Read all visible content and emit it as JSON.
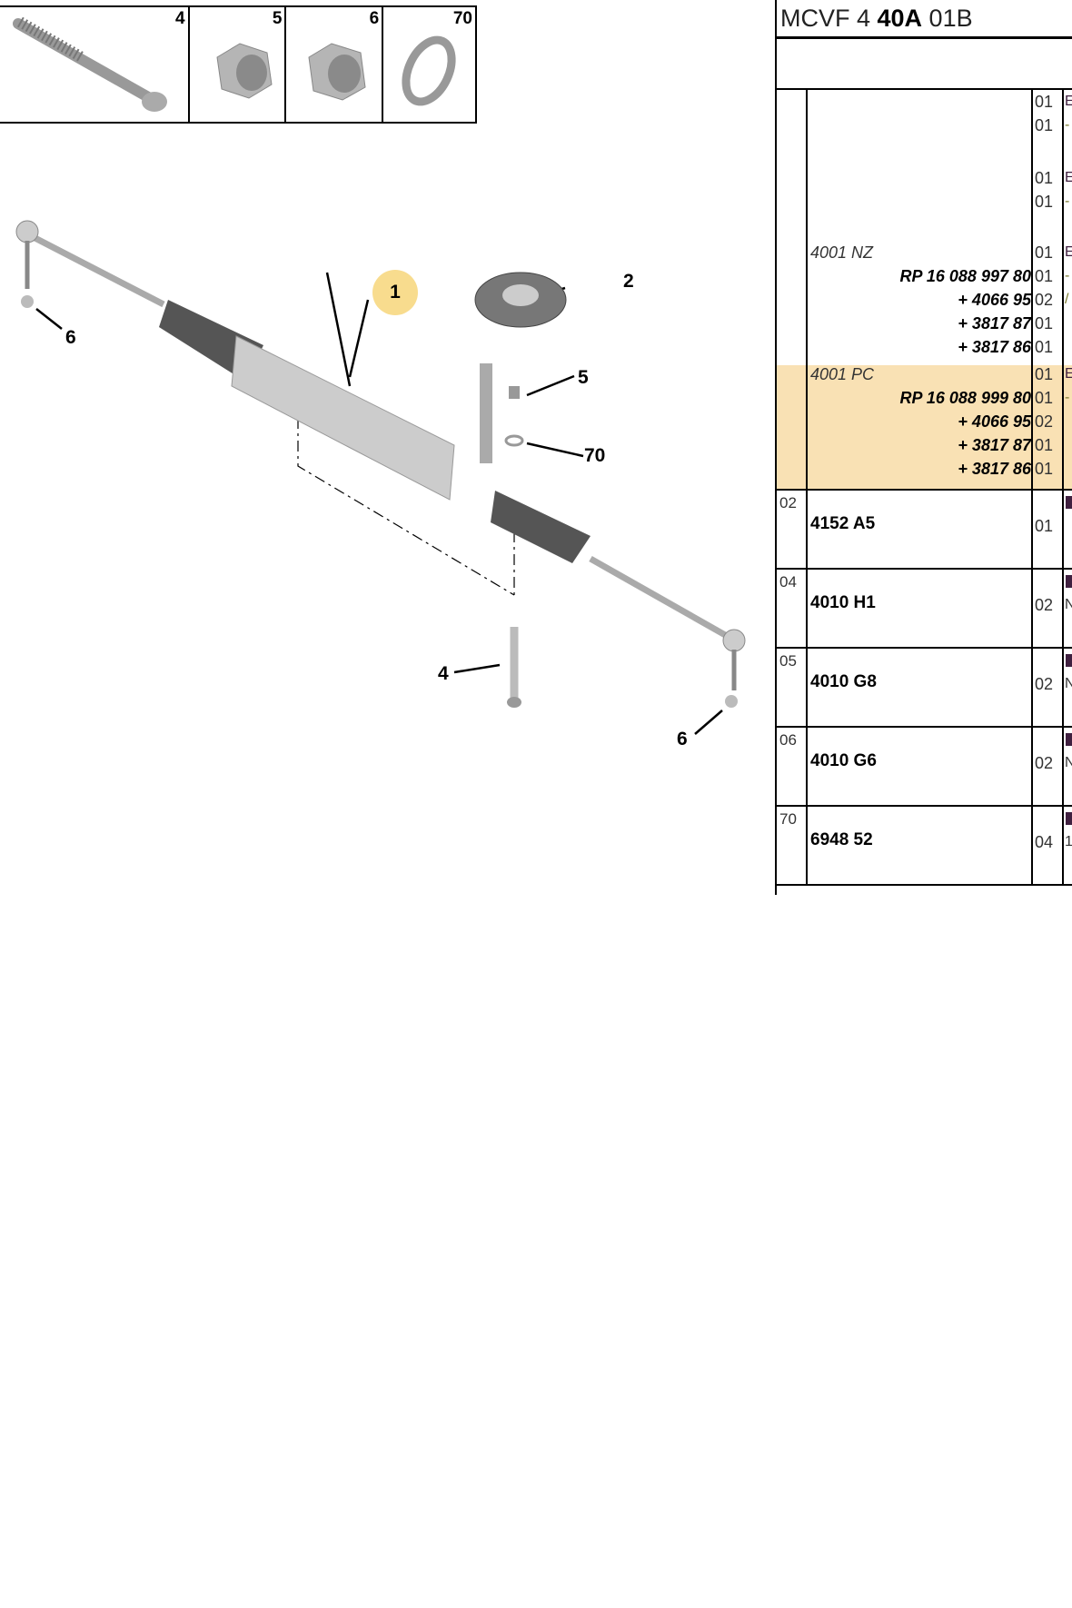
{
  "thumbnails": [
    {
      "num": "4",
      "part": "bolt"
    },
    {
      "num": "5",
      "part": "nut"
    },
    {
      "num": "6",
      "part": "nut"
    },
    {
      "num": "70",
      "part": "washer"
    }
  ],
  "callouts": {
    "c1": "1",
    "c2": "2",
    "c6a": "6",
    "c5": "5",
    "c70": "70",
    "c4": "4",
    "c6b": "6"
  },
  "table": {
    "title_pre": "MCVF 4 ",
    "title_bold": "40A",
    "title_post": " 01B",
    "main_row": {
      "qty": [
        "01",
        "01",
        "01",
        "01",
        "01",
        "01",
        "02",
        "01",
        "01",
        "01",
        "01",
        "02",
        "01",
        "01"
      ],
      "desc_start": [
        "E",
        "-",
        "E",
        "-",
        "E",
        "-",
        "/",
        "",
        "",
        "E",
        "-",
        "",
        "",
        ""
      ],
      "nz_ref": "4001 NZ",
      "nz_rp": "RP 16 088 997 80",
      "nz_p1": "+ 4066 95",
      "nz_p2": "+ 3817 87",
      "nz_p3": "+ 3817 86",
      "pc_ref": "4001 PC",
      "pc_rp": "RP 16 088 999 80",
      "pc_p1": "+ 4066 95",
      "pc_p2": "+ 3817 87",
      "pc_p3": "+ 3817 86"
    },
    "rows": [
      {
        "item": "02",
        "ref": "4152 A5",
        "qty": "01",
        "desc": ""
      },
      {
        "item": "04",
        "ref": "4010 H1",
        "qty": "02",
        "desc": "N"
      },
      {
        "item": "05",
        "ref": "4010 G8",
        "qty": "02",
        "desc": "N"
      },
      {
        "item": "06",
        "ref": "4010 G6",
        "qty": "02",
        "desc": "N"
      },
      {
        "item": "70",
        "ref": "6948 52",
        "qty": "04",
        "desc": "1"
      }
    ],
    "highlight_color": "#f9e1b4"
  }
}
